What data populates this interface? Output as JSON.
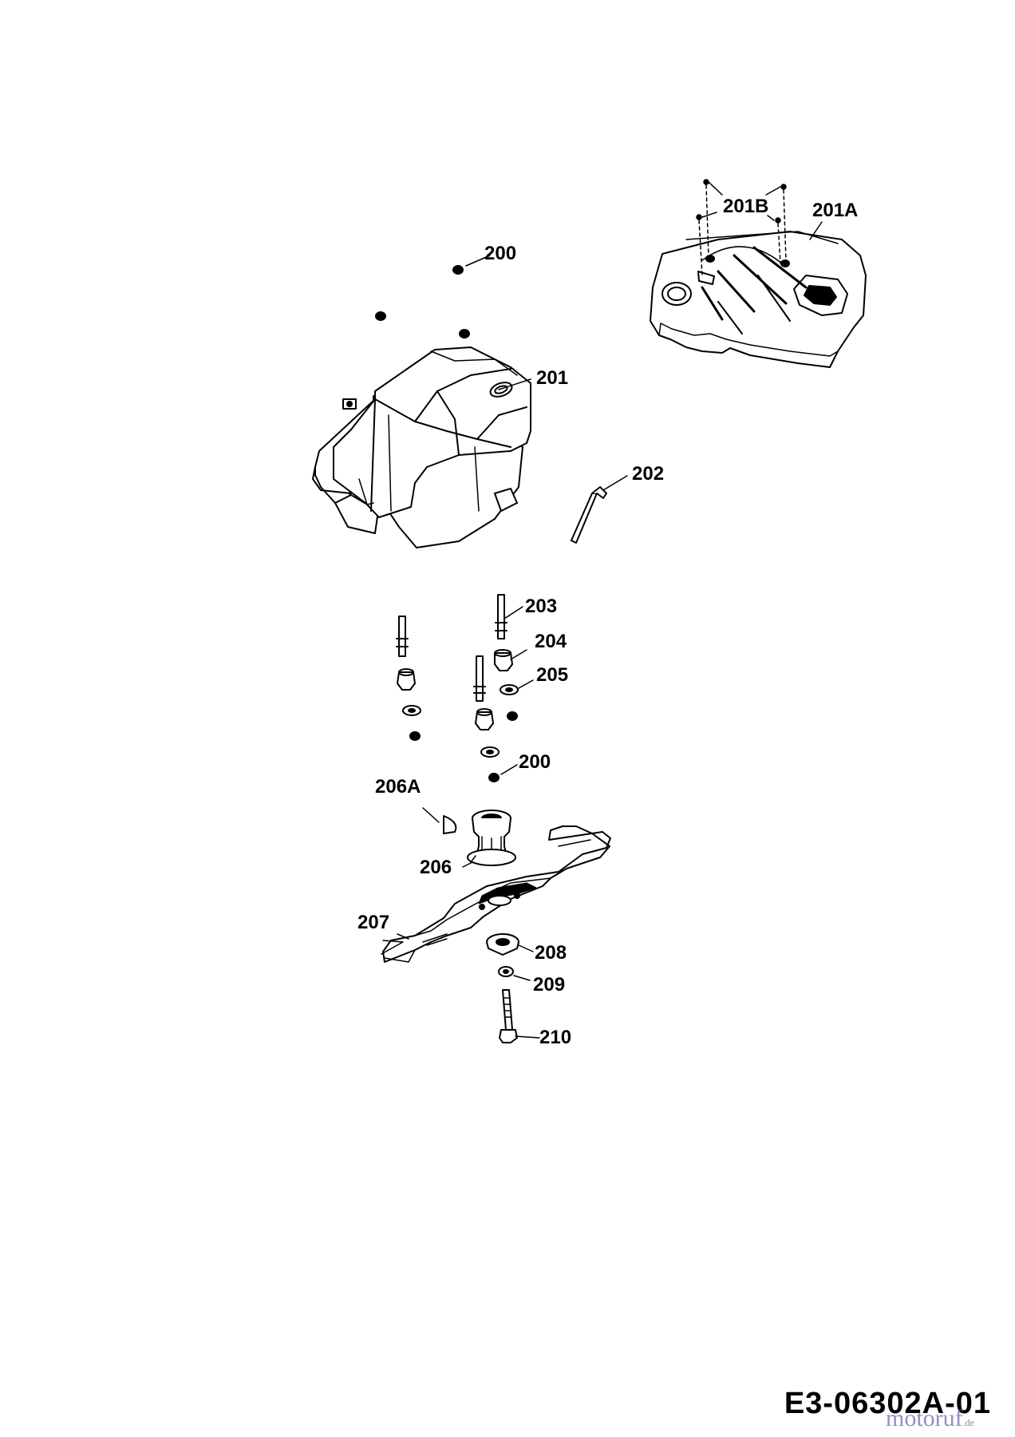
{
  "callouts": {
    "c200_top": "200",
    "c201B": "201B",
    "c201A": "201A",
    "c201": "201",
    "c202": "202",
    "c203": "203",
    "c204": "204",
    "c205": "205",
    "c200_mid": "200",
    "c206A": "206A",
    "c206": "206",
    "c207": "207",
    "c208": "208",
    "c209": "209",
    "c210": "210"
  },
  "drawing_code": "E3-06302A-01",
  "watermark": {
    "brand": "motoruf",
    "tld": ".de"
  },
  "colors": {
    "line": "#000000",
    "background": "#ffffff",
    "watermark": "#6c6cb8"
  }
}
